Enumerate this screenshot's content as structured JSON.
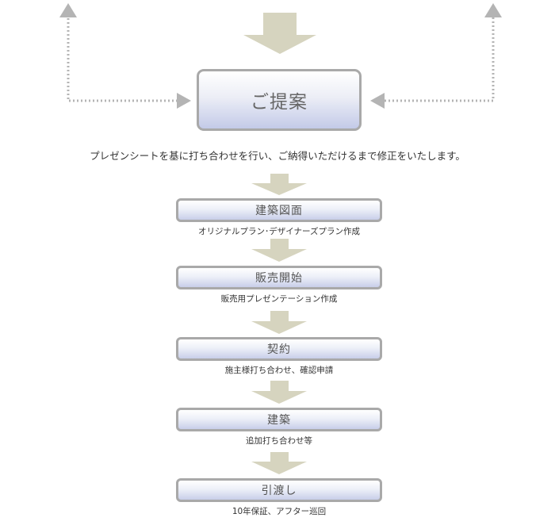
{
  "diagram": {
    "main_box": {
      "label": "ご提案"
    },
    "intro_text": "プレゼンシートを基に打ち合わせを行い、ご納得いただけるまで修正をいたします。",
    "steps": [
      {
        "label": "建築図面",
        "description": "オリジナルプラン･デザイナーズプラン作成"
      },
      {
        "label": "販売開始",
        "description": "販売用プレゼンテーション作成"
      },
      {
        "label": "契約",
        "description": "施主様打ち合わせ、確認申請"
      },
      {
        "label": "建築",
        "description": "追加打ち合わせ等"
      },
      {
        "label": "引渡し",
        "description": "10年保証、アフター巡回"
      }
    ],
    "colors": {
      "arrow_fill": "#d6d4bf",
      "arrow_grey": "#b4b4b4",
      "box_border": "#a9a9a9",
      "box_gradient_bottom": "#c3cae8"
    }
  }
}
